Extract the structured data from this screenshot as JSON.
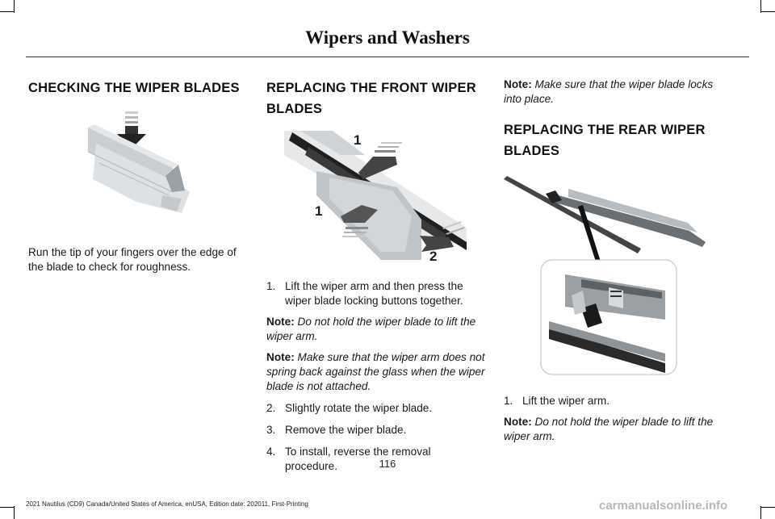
{
  "header": {
    "title": "Wipers and Washers"
  },
  "col1": {
    "heading": "CHECKING THE WIPER BLADES",
    "body": "Run the tip of your fingers over the edge of the blade to check for roughness."
  },
  "col2": {
    "heading": "REPLACING THE FRONT WIPER BLADES",
    "callouts": {
      "first": "1",
      "second": "1",
      "third": "2"
    },
    "step1": {
      "num": "1.",
      "text": "Lift the wiper arm and then press the wiper blade locking buttons together."
    },
    "note1": {
      "label": "Note:",
      "text": "Do not hold the wiper blade to lift the wiper arm."
    },
    "note2": {
      "label": "Note:",
      "text": "Make sure that the wiper arm does not spring back against the glass when the wiper blade is not attached."
    },
    "step2": {
      "num": "2.",
      "text": "Slightly rotate the wiper blade."
    },
    "step3": {
      "num": "3.",
      "text": "Remove the wiper blade."
    },
    "step4": {
      "num": "4.",
      "text": "To install, reverse the removal procedure."
    }
  },
  "col3": {
    "note_top": {
      "label": "Note:",
      "text": "Make sure that the wiper blade locks into place."
    },
    "heading": "REPLACING THE REAR WIPER BLADES",
    "step1": {
      "num": "1.",
      "text": "Lift the wiper arm."
    },
    "note1": {
      "label": "Note:",
      "text": "Do not hold the wiper blade to lift the wiper arm."
    }
  },
  "page_number": "116",
  "footer": "2021 Nautilus (CD9) Canada/United States of America, enUSA, Edition date: 202011, First-Printing",
  "watermark": "carmanualsonline.info"
}
